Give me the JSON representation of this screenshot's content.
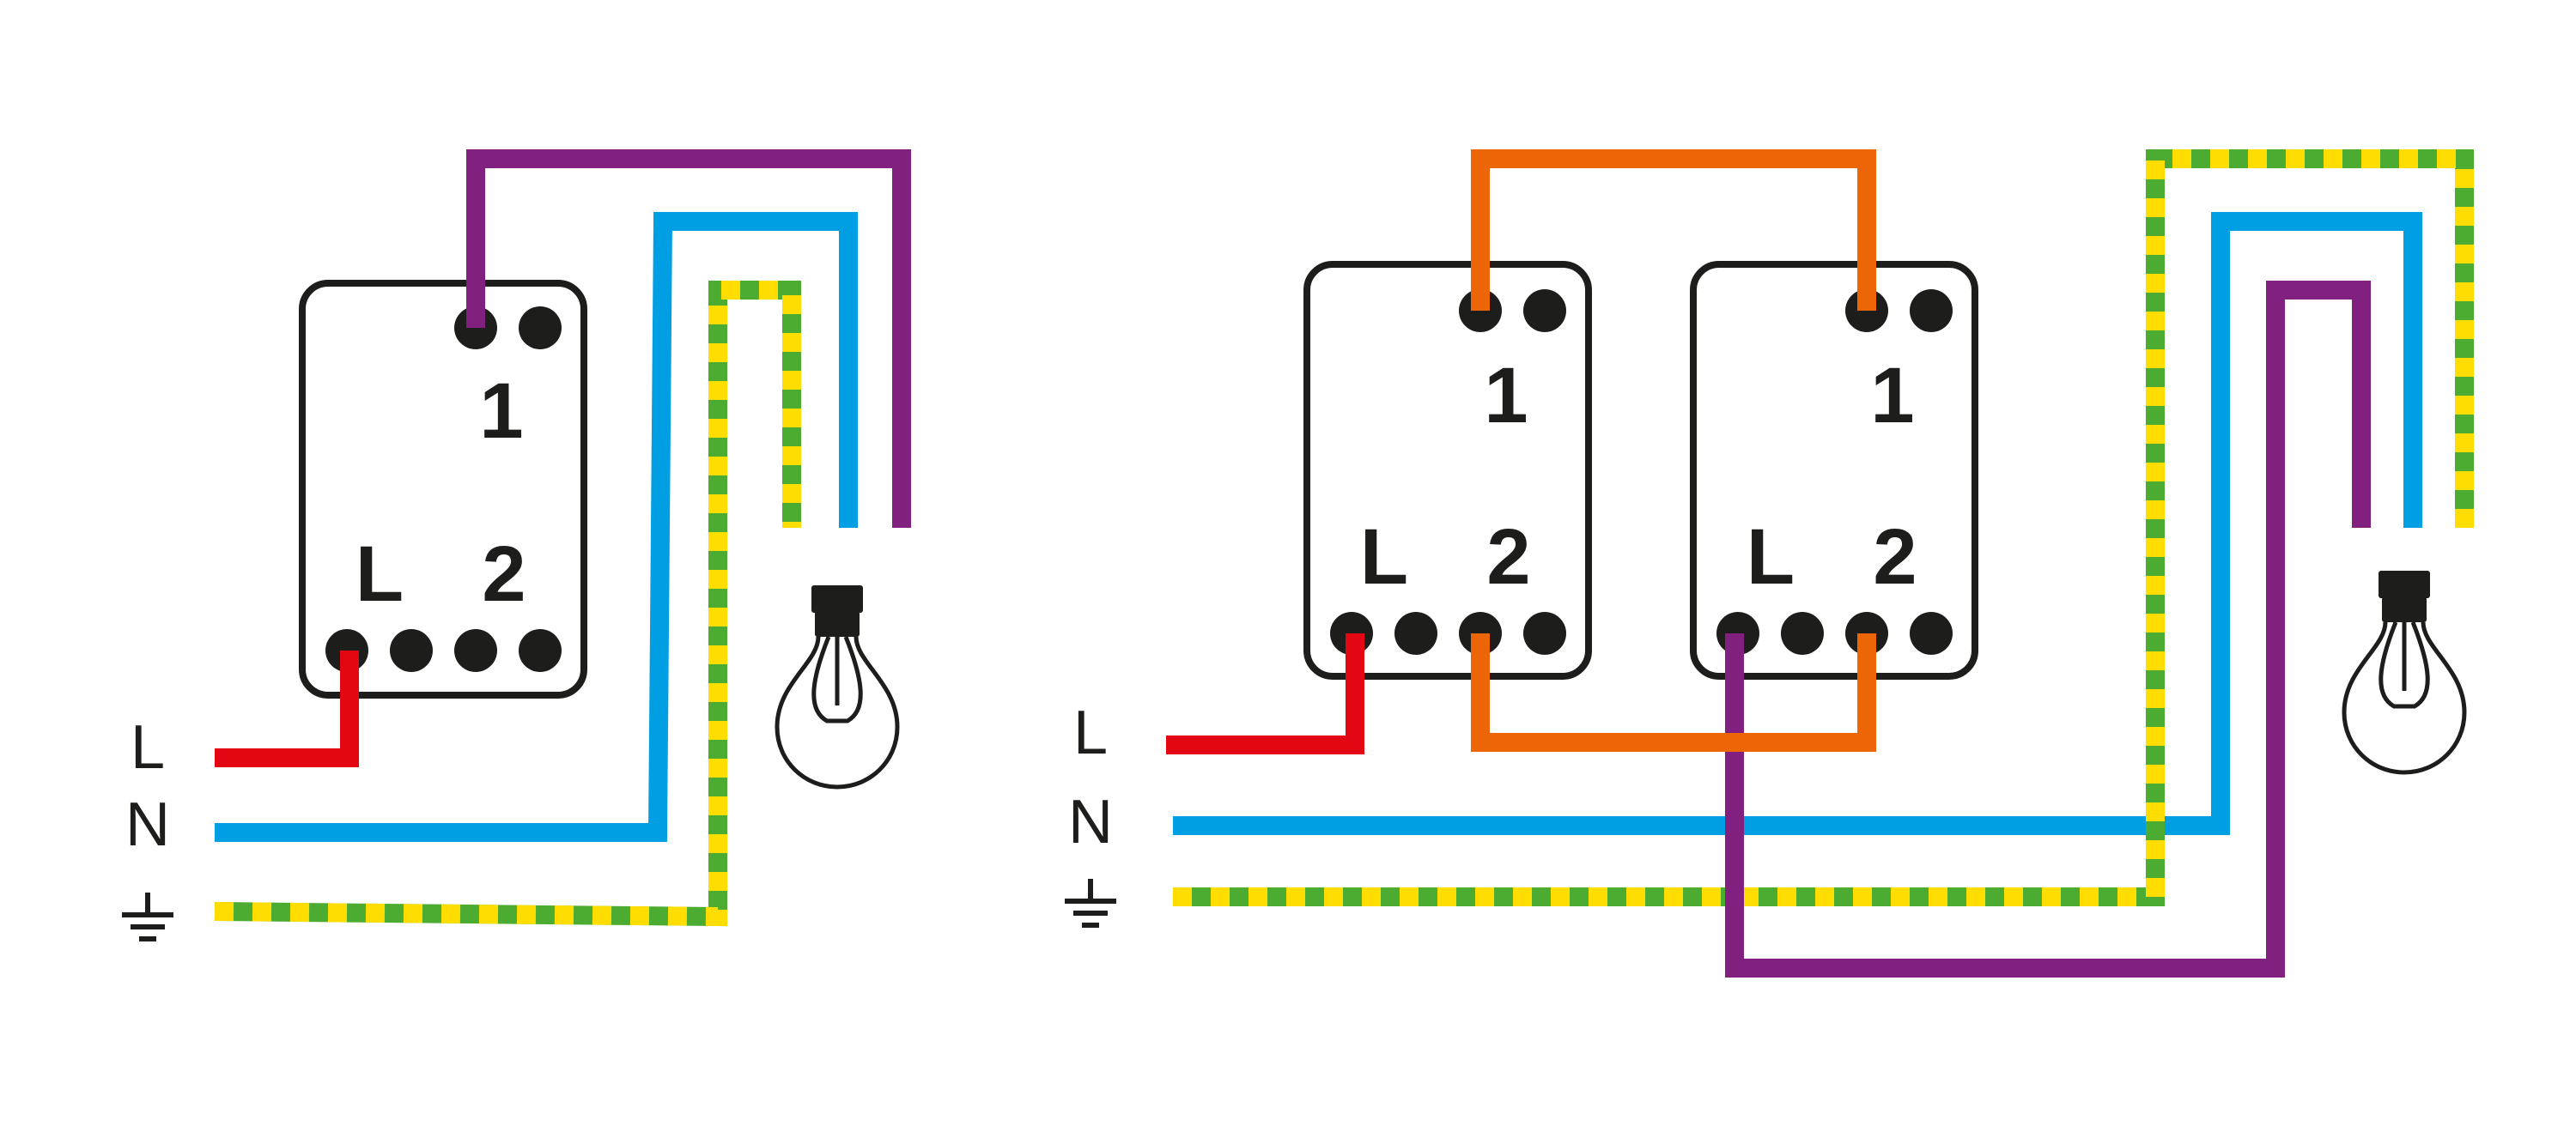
{
  "colors": {
    "live": "#e30613",
    "neutral": "#009fe3",
    "switched_purple": "#82207f",
    "traveller_orange": "#ec6608",
    "earth_green": "#4cac32",
    "earth_yellow": "#ffdd00",
    "outline": "#1d1d1b"
  },
  "icons": {
    "earth": "earth-ground-icon",
    "bulb": "light-bulb-icon"
  },
  "left_diagram": {
    "supply_labels": {
      "live": "L",
      "neutral": "N"
    },
    "switch": {
      "terminal_1": "1",
      "terminal_L": "L",
      "terminal_2": "2"
    }
  },
  "right_diagram": {
    "supply_labels": {
      "live": "L",
      "neutral": "N"
    },
    "switch_a": {
      "terminal_1": "1",
      "terminal_L": "L",
      "terminal_2": "2"
    },
    "switch_b": {
      "terminal_1": "1",
      "terminal_L": "L",
      "terminal_2": "2"
    }
  }
}
